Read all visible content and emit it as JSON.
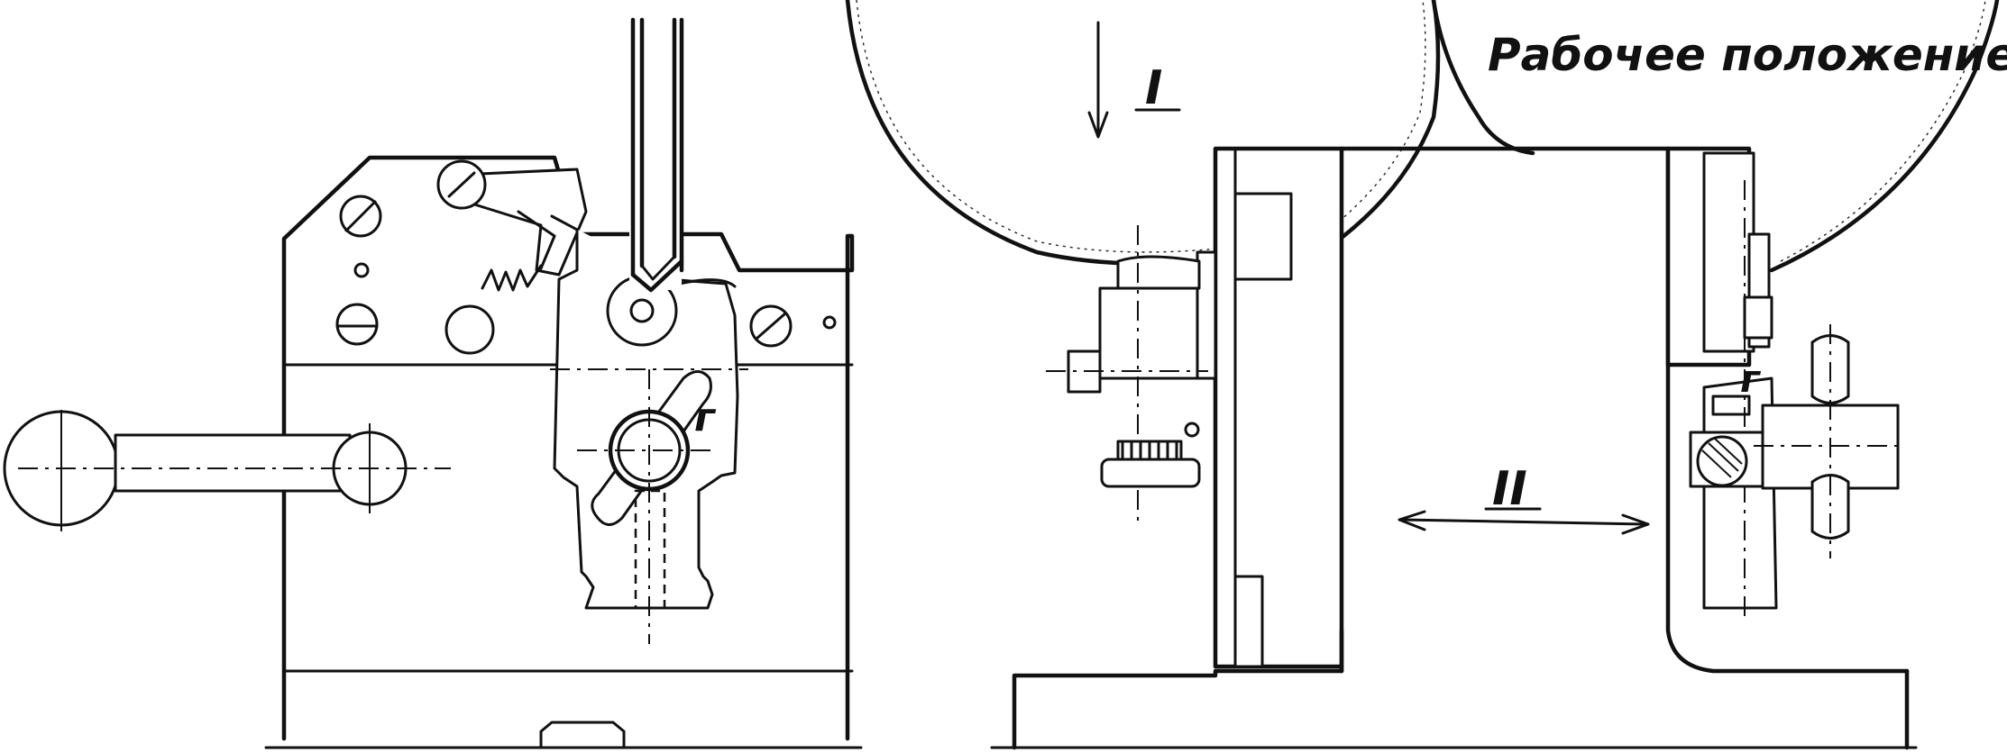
{
  "labels": {
    "working_position": "Рабочее положение",
    "direction_one": "I",
    "direction_two": "II",
    "part_letter_left": "г",
    "part_letter_right": "г"
  },
  "colors": {
    "ink": "#111111",
    "paper": "#ffffff"
  },
  "icons": {
    "arrow_one": "arrow-down",
    "arrow_two": "double-arrow-horizontal"
  }
}
